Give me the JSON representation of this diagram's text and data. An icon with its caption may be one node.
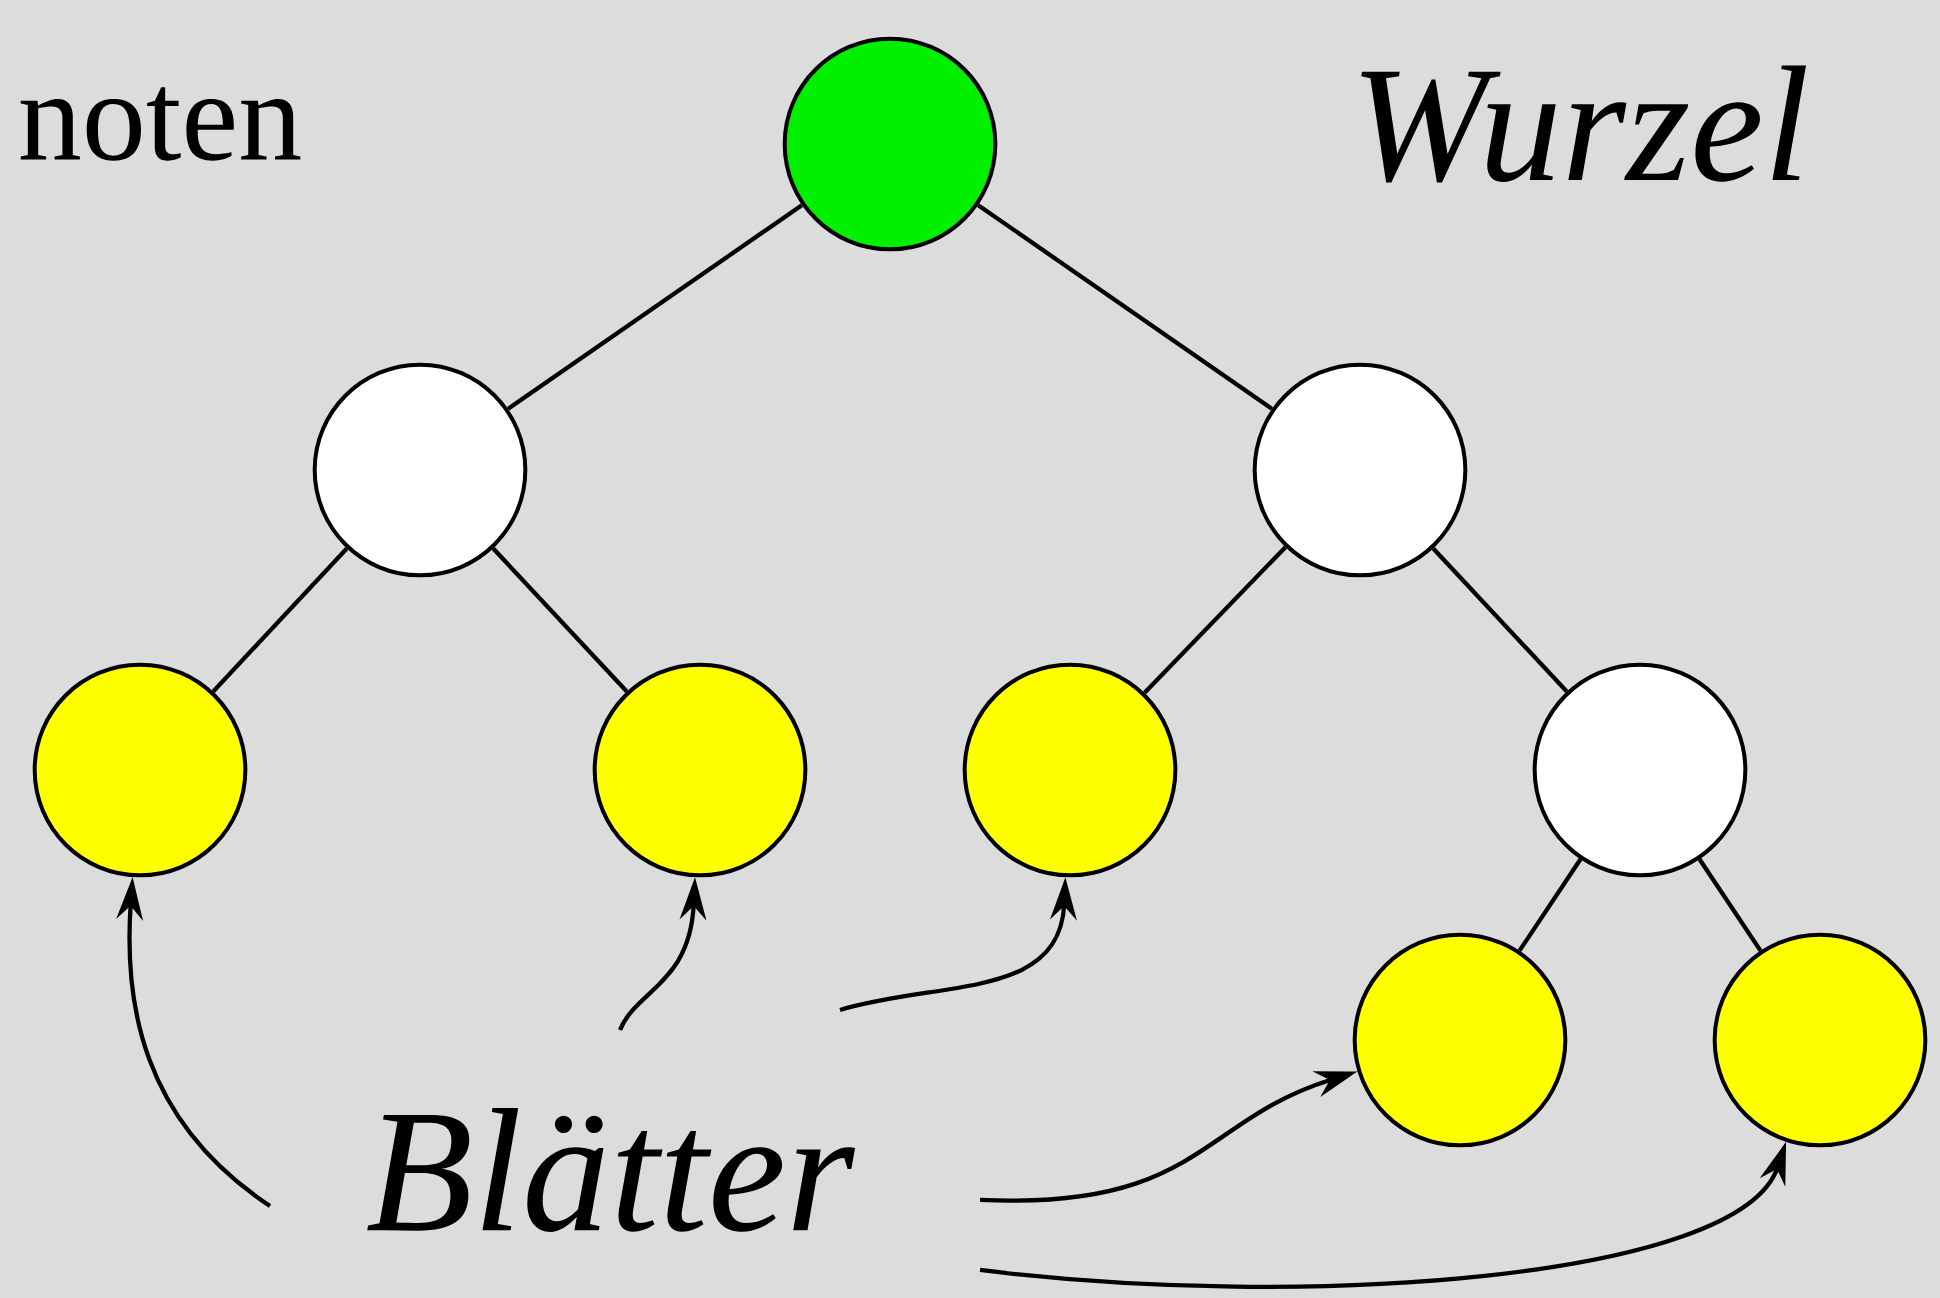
{
  "diagram": {
    "nodes": [
      {
        "text": [],
        "shape": "circle"
      },
      {
        "text": [],
        "shape": "circle"
      },
      {
        "text": [],
        "shape": "circle"
      },
      {
        "text": [],
        "shape": "circle"
      },
      {
        "text": [],
        "shape": "circle"
      },
      {
        "text": [],
        "shape": "circle"
      },
      {
        "text": [],
        "shape": "circle"
      },
      {
        "text": [],
        "shape": "circle"
      },
      {
        "text": [],
        "shape": "circle"
      },
      {
        "text": [
          "Blätter"
        ]
      }
    ],
    "edges": [
      {
        "from": 0,
        "to": 1,
        "arrow": "none"
      },
      {
        "from": 0,
        "to": 2,
        "arrow": "none"
      },
      {
        "from": 1,
        "to": 3,
        "arrow": "none"
      },
      {
        "from": 1,
        "to": 4,
        "arrow": "none"
      },
      {
        "from": 2,
        "to": 5,
        "arrow": "none"
      },
      {
        "from": 2,
        "to": 6,
        "arrow": "none"
      },
      {
        "from": 6,
        "to": 7,
        "arrow": "none"
      },
      {
        "from": 6,
        "to": 8,
        "arrow": "none"
      },
      {
        "from": 9,
        "to": 3,
        "arrow": "to"
      },
      {
        "from": 9,
        "to": 4,
        "arrow": "to"
      },
      {
        "from": 9,
        "to": 5,
        "arrow": "to"
      },
      {
        "from": 9,
        "to": 7,
        "arrow": "to"
      },
      {
        "from": 9,
        "to": 8,
        "arrow": "to"
      }
    ],
    "labels": [
      "noten",
      "Wurzel"
    ]
  }
}
